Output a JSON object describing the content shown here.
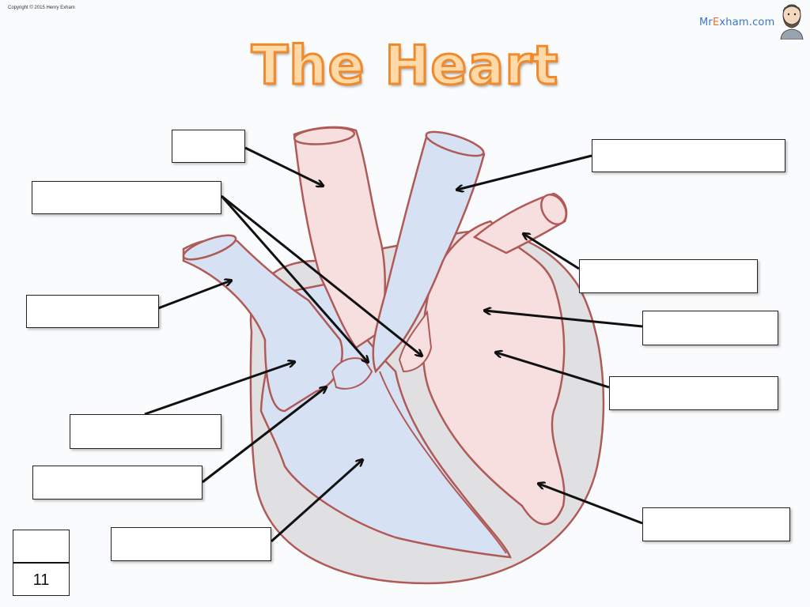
{
  "copyright": "Copyright © 2015 Henry Exham",
  "brand": {
    "part1": "Mr",
    "part2": "E",
    "part3": "xham.com"
  },
  "title": "The Heart",
  "page_number": "11",
  "colors": {
    "outline": "#b05a57",
    "pink_fill": "#f7dfe0",
    "blue_fill": "#d6e2f3",
    "grey_fill": "#e0e0e2",
    "arrow": "#111111",
    "title_fill": "#ffd9a8",
    "title_stroke": "#f08a2c"
  },
  "label_boxes": [
    "",
    "",
    "",
    "",
    "",
    "",
    "",
    "",
    "",
    "",
    "",
    ""
  ]
}
